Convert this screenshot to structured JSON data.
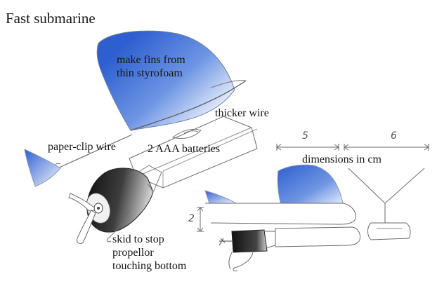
{
  "title": "Fast submarine",
  "labels": {
    "fins": [
      "make fins from",
      "thin styrofoam"
    ],
    "thicker_wire": "thicker wire",
    "paper_clip_wire": "paper-clip wire",
    "batteries": "2 AAA batteries",
    "dimensions": "dimensions in cm",
    "skid": [
      "skid to stop",
      "propellor",
      "touching bottom"
    ]
  },
  "dimensions": {
    "length_a": "5",
    "length_b": "6",
    "height": "2"
  },
  "colors": {
    "fin_blue": "#2e5fd0",
    "fin_pale": "#e6eefc",
    "motor_dark": "#111111",
    "pencil": "#6a6a6a"
  }
}
